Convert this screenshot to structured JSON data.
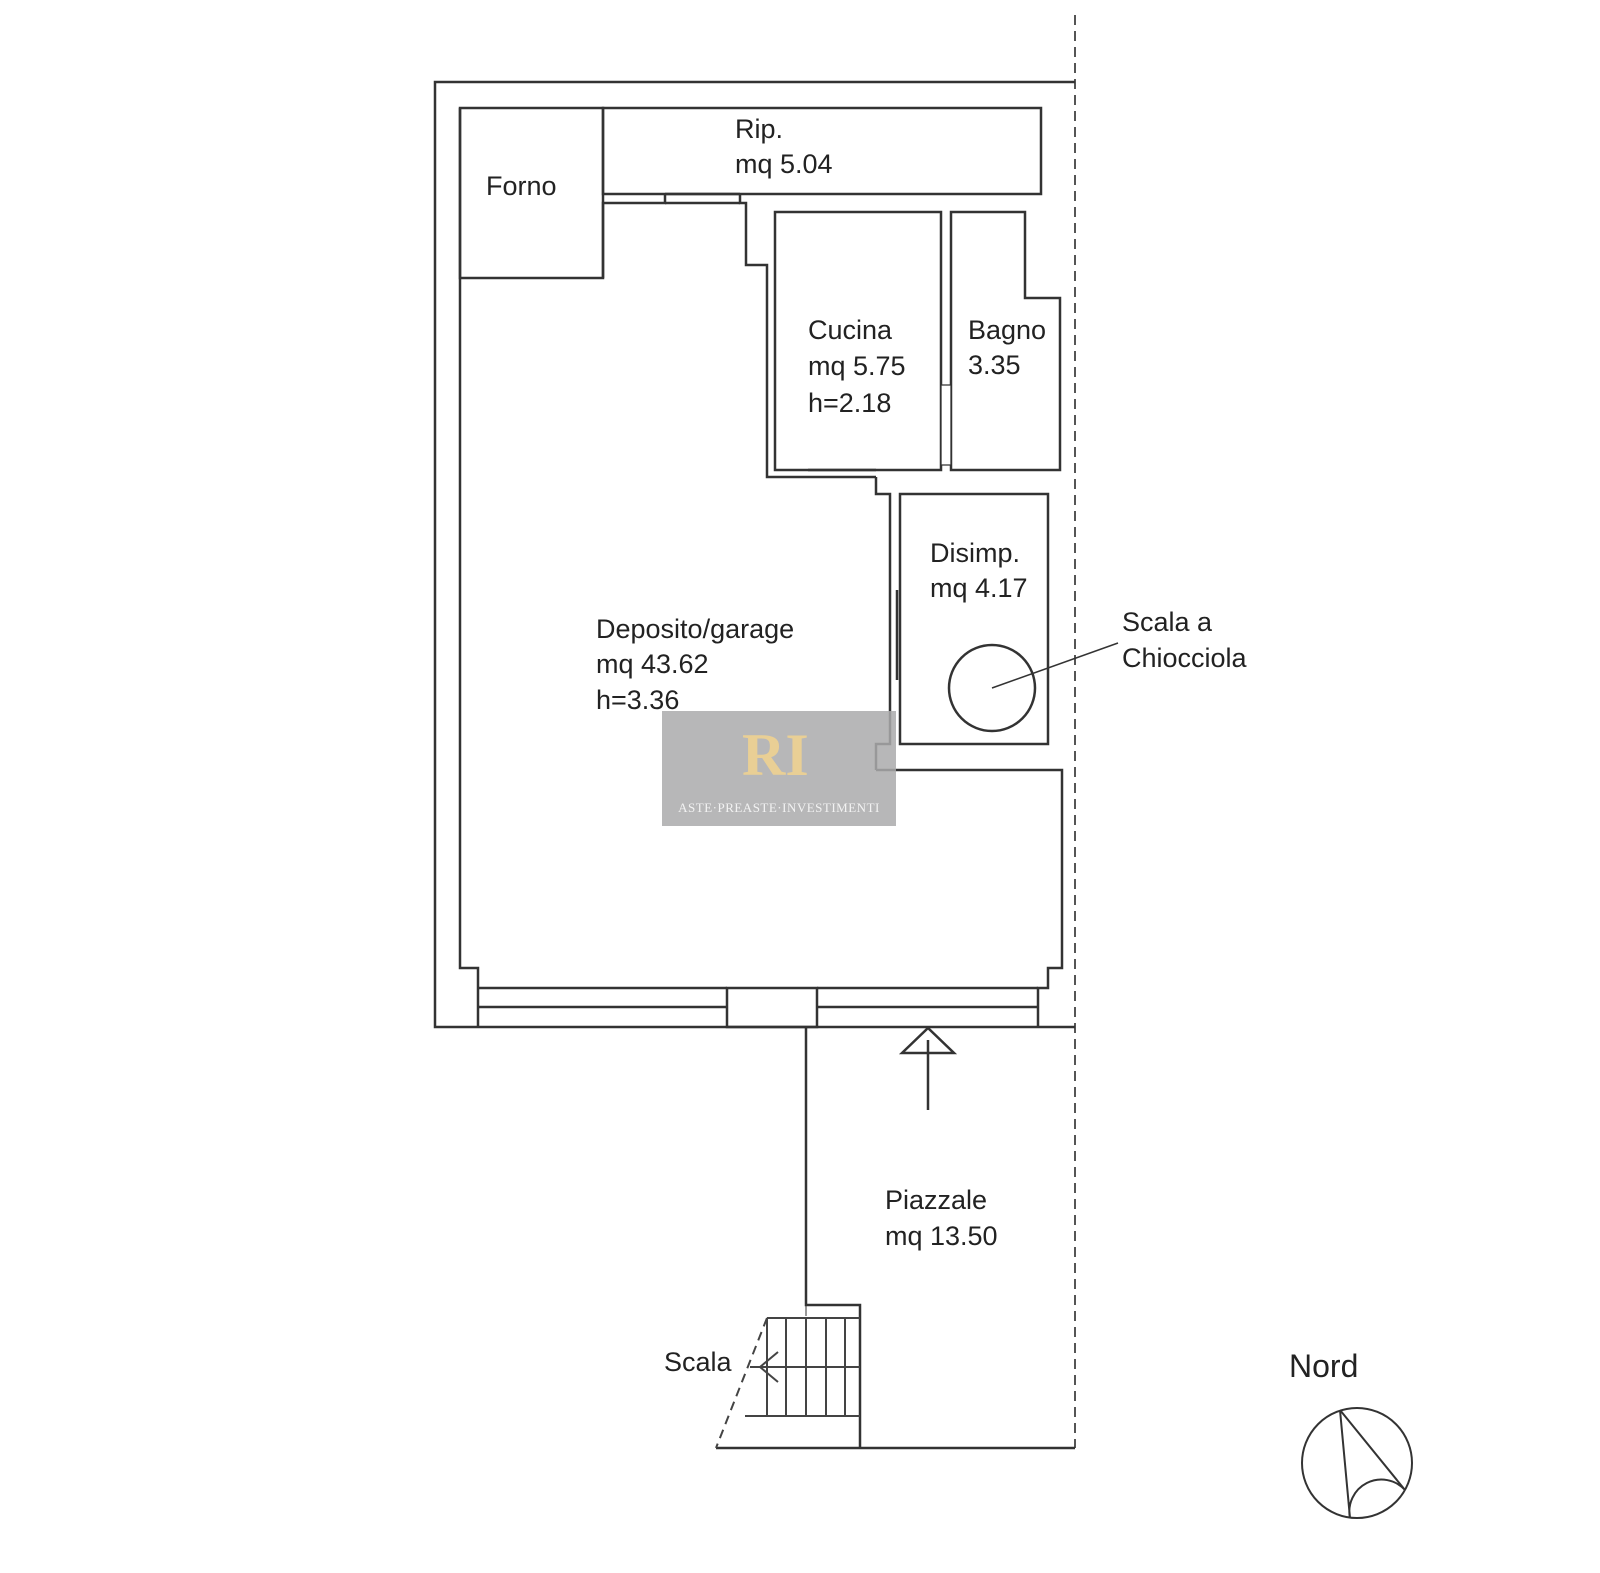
{
  "rooms": {
    "forno": {
      "name": "Forno"
    },
    "rip": {
      "name": "Rip.",
      "area": "mq 5.04"
    },
    "cucina": {
      "name": "Cucina",
      "area": "mq 5.75",
      "height": "h=2.18"
    },
    "bagno": {
      "name": "Bagno",
      "area": "3.35"
    },
    "disimp": {
      "name": "Disimp.",
      "area": "mq 4.17"
    },
    "deposito": {
      "name": "Deposito/garage",
      "area": "mq 43.62",
      "height": "h=3.36"
    },
    "piazzale": {
      "name": "Piazzale",
      "area": "mq 13.50"
    }
  },
  "labels": {
    "spiral_1": "Scala a",
    "spiral_2": "Chiocciola",
    "stair": "Scala",
    "north": "Nord"
  },
  "watermark": {
    "logo": "RI",
    "caption": "ASTE·PREASTE·INVESTIMENTI"
  },
  "colors": {
    "line": "#333333",
    "watermark_bg": "#aaaaac",
    "logo_gold": "#e9cf95"
  }
}
